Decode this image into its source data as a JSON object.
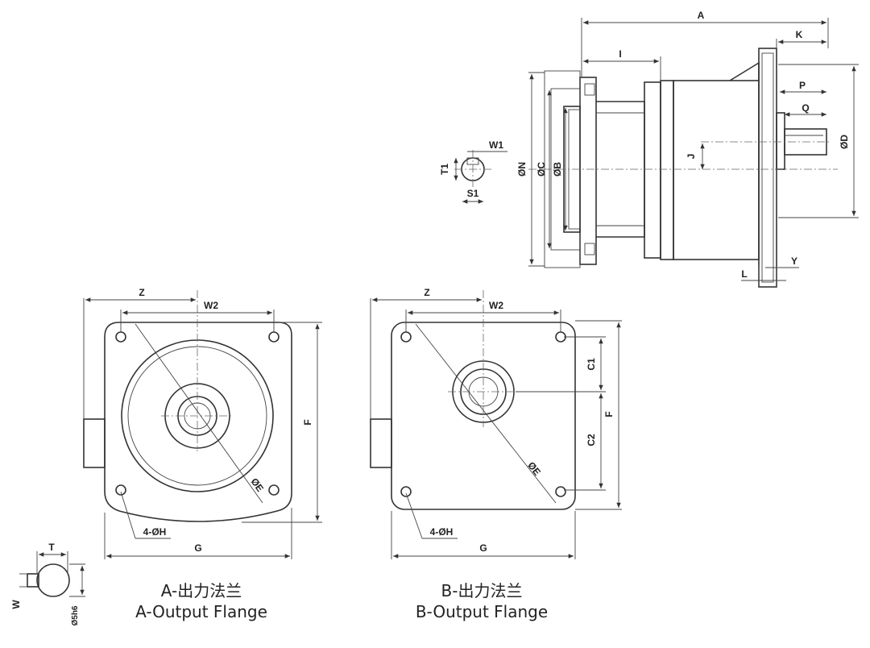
{
  "side_view": {
    "dims": {
      "A": "A",
      "K": "K",
      "I": "I",
      "P": "P",
      "Q": "Q",
      "D": "ØD",
      "J": "J",
      "N": "ØN",
      "C": "ØC",
      "B": "ØB",
      "L": "L",
      "Y": "Y"
    }
  },
  "shaft_section": {
    "W1": "W1",
    "T1": "T1",
    "S1": "S1"
  },
  "shaft_small": {
    "T": "T",
    "W": "W",
    "S": "Ø5h6"
  },
  "flange_a": {
    "dims": {
      "Z": "Z",
      "W2": "W2",
      "F": "F",
      "E": "ØE",
      "H": "4-ØH",
      "G": "G"
    },
    "caption_cn": "A-出力法兰",
    "caption_en": "A-Output Flange"
  },
  "flange_b": {
    "dims": {
      "Z": "Z",
      "W2": "W2",
      "C1": "C1",
      "F": "F",
      "C2": "C2",
      "E": "ØE",
      "H": "4-ØH",
      "G": "G"
    },
    "caption_cn": "B-出力法兰",
    "caption_en": "B-Output Flange"
  }
}
